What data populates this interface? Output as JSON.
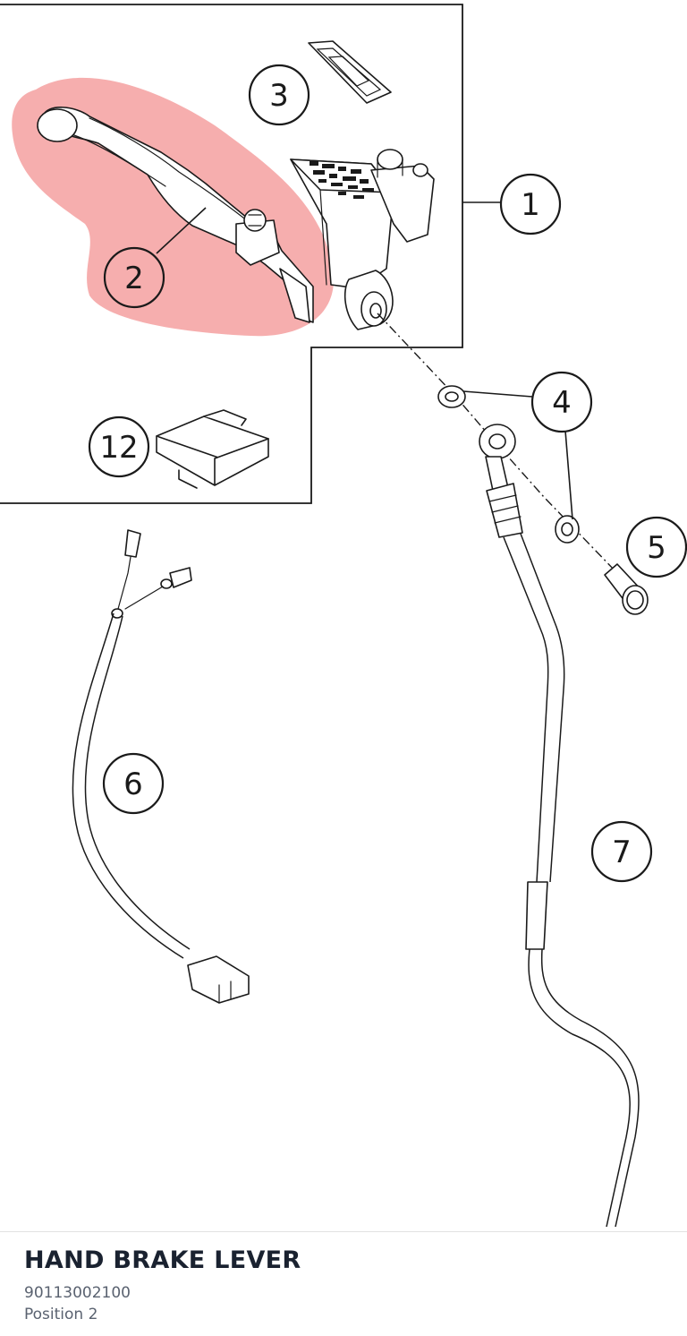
{
  "diagram": {
    "callouts": [
      "1",
      "2",
      "3",
      "4",
      "5",
      "6",
      "7",
      "12"
    ],
    "highlight_color": "#f28b8b",
    "highlighted_callout": "2"
  },
  "footer": {
    "title": "HAND BRAKE LEVER",
    "part_number": "90113002100",
    "position": "Position 2"
  }
}
